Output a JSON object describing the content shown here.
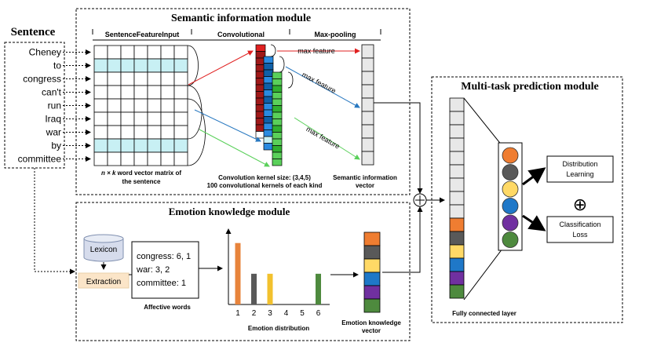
{
  "sentence": {
    "title": "Sentence",
    "words": [
      "Cheney",
      "to",
      "congress",
      "can't",
      "run",
      "Iraq",
      "war",
      "by",
      "committee"
    ]
  },
  "semantic_module": {
    "title": "Semantic information module",
    "headers": [
      "SentenceFeatureInput",
      "Convolutional",
      "Max-pooling"
    ],
    "matrix_caption_italic": "n × k",
    "matrix_caption_rest": " word vector matrix of",
    "matrix_caption_line2": "the sentence",
    "conv_caption_line1": "Convolution kernel size: (3,4,5)",
    "conv_caption_line2": "100 convolutional kernels of each kind",
    "max_feature_label": "max feature",
    "vector_caption_line1": "Semantic information",
    "vector_caption_line2": "vector"
  },
  "emotion_module": {
    "title": "Emotion knowledge module",
    "lexicon_label": "Lexicon",
    "extraction_label": "Extraction",
    "affective_lines": [
      "congress: 6, 1",
      "war: 3, 2",
      "committee: 1"
    ],
    "affective_caption": "Affective words",
    "distribution_caption": "Emotion distribution",
    "vector_caption_line1": "Emotion knowledge",
    "vector_caption_line2": "vector"
  },
  "emotion_distribution": {
    "categories": [
      "1",
      "2",
      "3",
      "4",
      "5",
      "6"
    ],
    "values": [
      4,
      2,
      2,
      0,
      0,
      2
    ],
    "colors": [
      "#e8843c",
      "#595959",
      "#f2c12e",
      "#ffffff",
      "#ffffff",
      "#4e8a3e"
    ]
  },
  "multitask": {
    "title": "Multi-task prediction module",
    "fc_caption": "Fully connected layer",
    "distribution_line1": "Distribution",
    "distribution_line2": "Learning",
    "classification_line1": "Classification",
    "classification_line2": "Loss",
    "plus_symbol": "⊕",
    "circle_colors": [
      "#ef7d31",
      "#595959",
      "#ffd966",
      "#1f78c8",
      "#7030a0",
      "#4e8a3e"
    ]
  },
  "emotion_colors": [
    "#ef7d31",
    "#595959",
    "#ffd966",
    "#1f78c8",
    "#7030a0",
    "#4e8a3e"
  ],
  "accent": {
    "red": "#e02020",
    "blue": "#2878c0",
    "green": "#5ad05a",
    "cyan_row": "#c8f0f4"
  }
}
